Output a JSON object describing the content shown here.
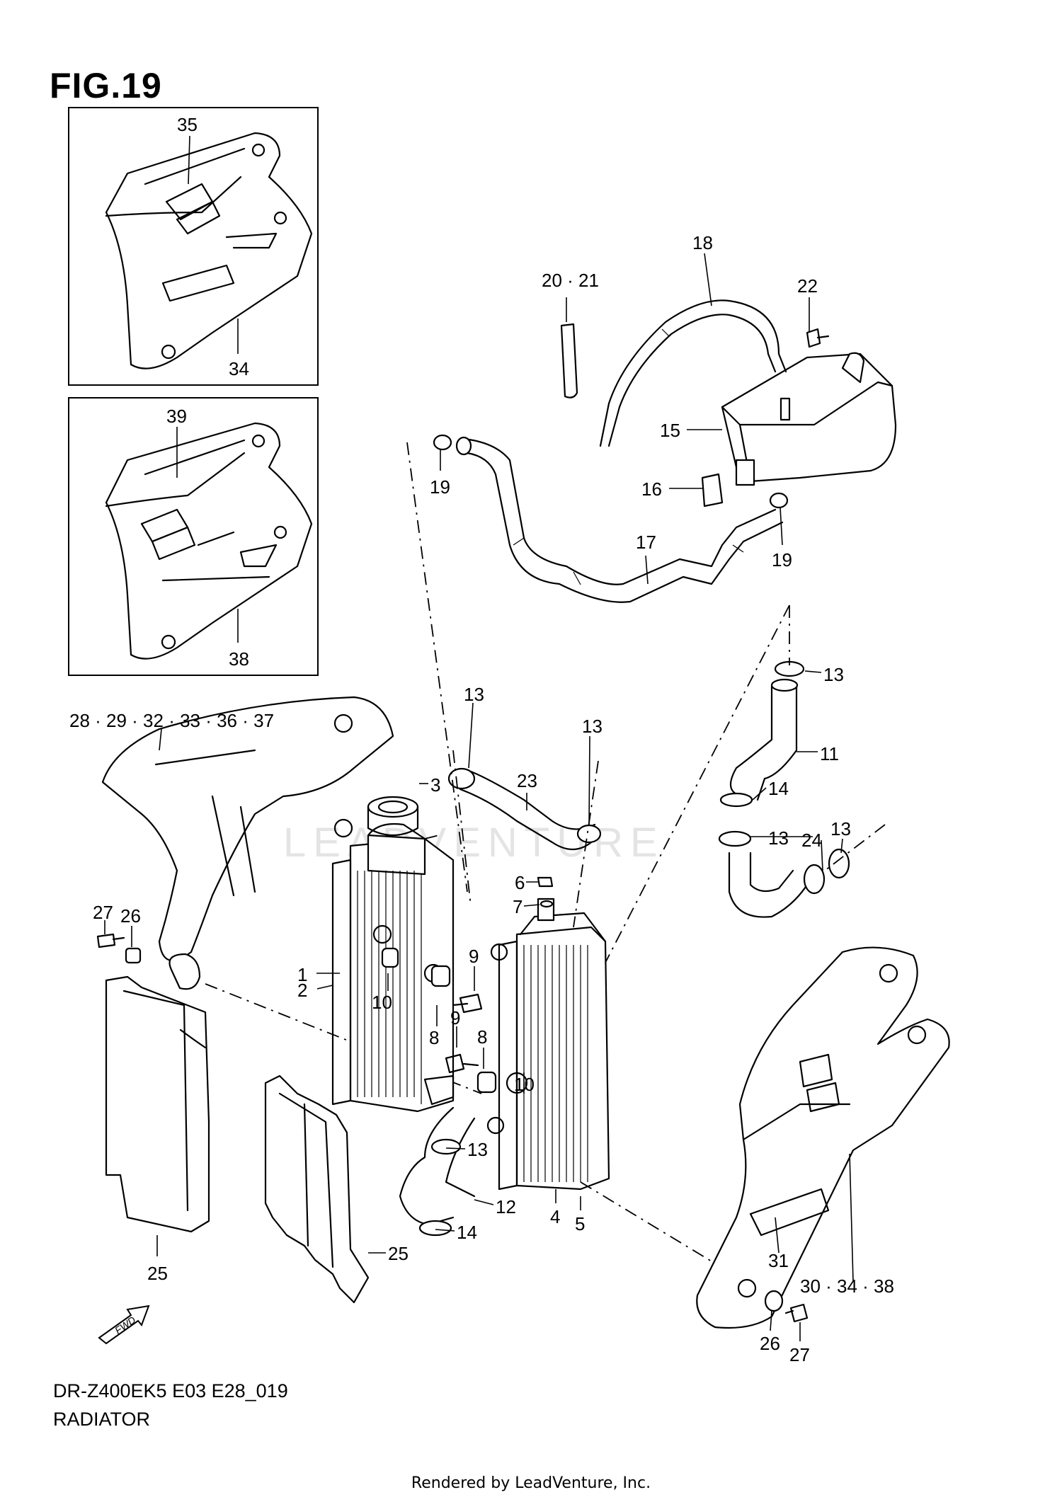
{
  "figure": {
    "title": "FIG.19",
    "model_code": "DR-Z400EK5 E03 E28_019",
    "section_name": "RADIATOR",
    "footer": "Rendered by LeadVenture, Inc.",
    "watermark": "LEADVENTURE",
    "fwd_label": "FWD"
  },
  "callouts": {
    "c1": "1",
    "c2": "2",
    "c3": "3",
    "c4": "4",
    "c5": "5",
    "c6": "6",
    "c7": "7",
    "c8a": "8",
    "c8b": "8",
    "c9a": "9",
    "c9b": "9",
    "c10a": "10",
    "c10b": "10",
    "c11": "11",
    "c12": "12",
    "c13a": "13",
    "c13b": "13",
    "c13c": "13",
    "c13d": "13",
    "c13e": "13",
    "c13f": "13",
    "c14a": "14",
    "c14b": "14",
    "c15": "15",
    "c16": "16",
    "c17": "17",
    "c18": "18",
    "c19a": "19",
    "c19b": "19",
    "c20": "20 · 21",
    "c22": "22",
    "c23": "23",
    "c24": "24",
    "c25a": "25",
    "c25b": "25",
    "c26a": "26",
    "c26b": "26",
    "c27a": "27",
    "c27b": "27",
    "c28": "28 · 29 · 32 · 33 · 36 · 37",
    "c30": "30 · 34 · 38",
    "c31": "31",
    "c34": "34",
    "c35": "35",
    "c38": "38",
    "c39": "39"
  }
}
